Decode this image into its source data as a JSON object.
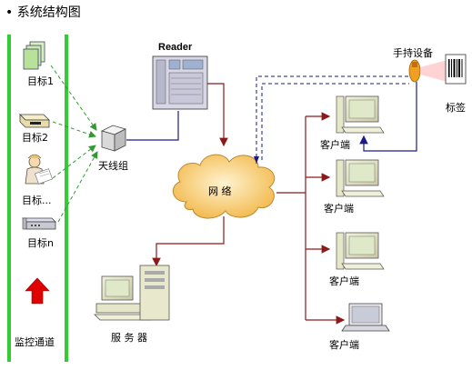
{
  "title": "• 系统结构图",
  "targets": [
    "目标1",
    "目标2",
    "目标...",
    "目标n"
  ],
  "monitor_channel": "监控通道",
  "antenna_group": "天线组",
  "reader": "Reader",
  "network": "网 络",
  "server": "服 务 器",
  "handheld": "手持设备",
  "tag": "标签",
  "clients": [
    "客户端",
    "客户端",
    "客户端",
    "客户端"
  ],
  "colors": {
    "green_bar": "#33cc33",
    "dark_red_link": "#8b1a1a",
    "blue_link": "#1a1a8b",
    "green_dashed": "#339933",
    "arrow_red": "#e00000",
    "cloud": "#f6c56a",
    "handheld": "#f0a020"
  }
}
